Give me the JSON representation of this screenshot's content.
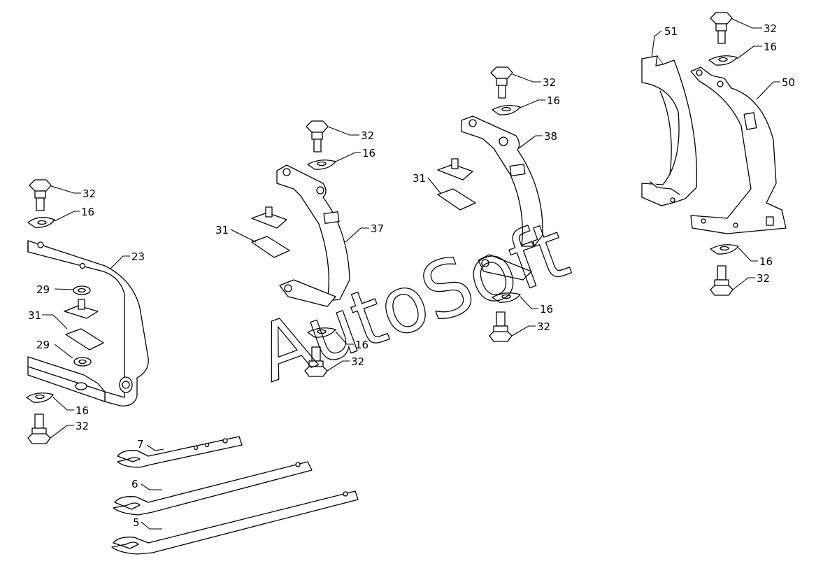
{
  "diagram": {
    "type": "exploded-parts-diagram",
    "watermark": "AutoSoft",
    "callouts": {
      "c_32_a": "32",
      "c_16_a": "16",
      "c_23": "23",
      "c_29_a": "29",
      "c_31_a": "31",
      "c_29_b": "29",
      "c_16_b": "16",
      "c_32_b": "32",
      "c_32_c": "32",
      "c_16_c": "16",
      "c_31_b": "31",
      "c_37": "37",
      "c_16_d": "16",
      "c_32_d": "32",
      "c_32_e": "32",
      "c_16_e": "16",
      "c_38": "38",
      "c_31_c": "31",
      "c_16_f": "16",
      "c_32_f": "32",
      "c_51": "51",
      "c_32_g": "32",
      "c_16_g": "16",
      "c_50": "50",
      "c_16_h": "16",
      "c_32_h": "32",
      "c_7": "7",
      "c_6": "6",
      "c_5": "5"
    }
  }
}
